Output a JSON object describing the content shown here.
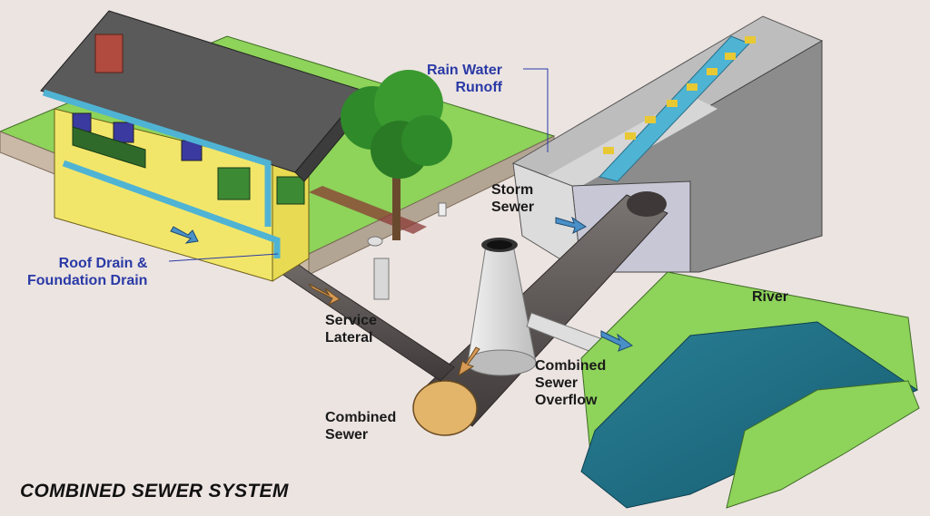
{
  "title": "COMBINED SEWER SYSTEM",
  "labels": {
    "rain_water_runoff": [
      "Rain Water",
      "Runoff"
    ],
    "storm_sewer": [
      "Storm",
      "Sewer"
    ],
    "roof_foundation_drain": [
      "Roof Drain &",
      "Foundation Drain"
    ],
    "service_lateral": [
      "Service",
      "Lateral"
    ],
    "combined_sewer": [
      "Combined",
      "Sewer"
    ],
    "combined_sewer_overflow": [
      "Combined",
      "Sewer",
      "Overflow"
    ],
    "river": "River"
  },
  "colors": {
    "background": "#ece4e1",
    "lawn": "#8ed35a",
    "water_pipe": "#4fb3d4",
    "house_wall": "#f2e66a",
    "roof": "#5a5a5a",
    "concrete": "#cfcfcf",
    "sewer_pipe": "#5a5452",
    "river_water": "#1e6f86",
    "label_blue": "#2a3aa6"
  }
}
